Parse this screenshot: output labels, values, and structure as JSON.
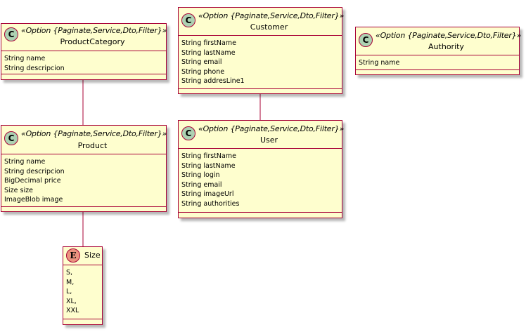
{
  "stereotype": "«Option {Paginate,Service,Dto,Filter}»",
  "classes": {
    "product_category": {
      "name": "ProductCategory",
      "attributes": [
        "String name",
        "String descripcion"
      ]
    },
    "customer": {
      "name": "Customer",
      "attributes": [
        "String firstName",
        "String lastName",
        "String email",
        "String phone",
        "String addresLine1"
      ]
    },
    "authority": {
      "name": "Authority",
      "attributes": [
        "String name"
      ]
    },
    "product": {
      "name": "Product",
      "attributes": [
        "String name",
        "String descripcion",
        "BigDecimal price",
        "Size size",
        "ImageBlob image"
      ]
    },
    "user": {
      "name": "User",
      "attributes": [
        "String firstName",
        "String lastName",
        "String login",
        "String email",
        "String imageUrl",
        "String authorities"
      ]
    }
  },
  "enums": {
    "size": {
      "name": "Size",
      "values": [
        "S,",
        "M,",
        "L,",
        "XL,",
        "XXL"
      ]
    }
  },
  "icons": {
    "class_icon": "C",
    "enum_icon": "E"
  },
  "colors": {
    "fill": "#FEFECE",
    "border": "#A80036",
    "class_icon": "#ADD1B2",
    "enum_icon": "#EB937F",
    "edge": "#A80036"
  }
}
